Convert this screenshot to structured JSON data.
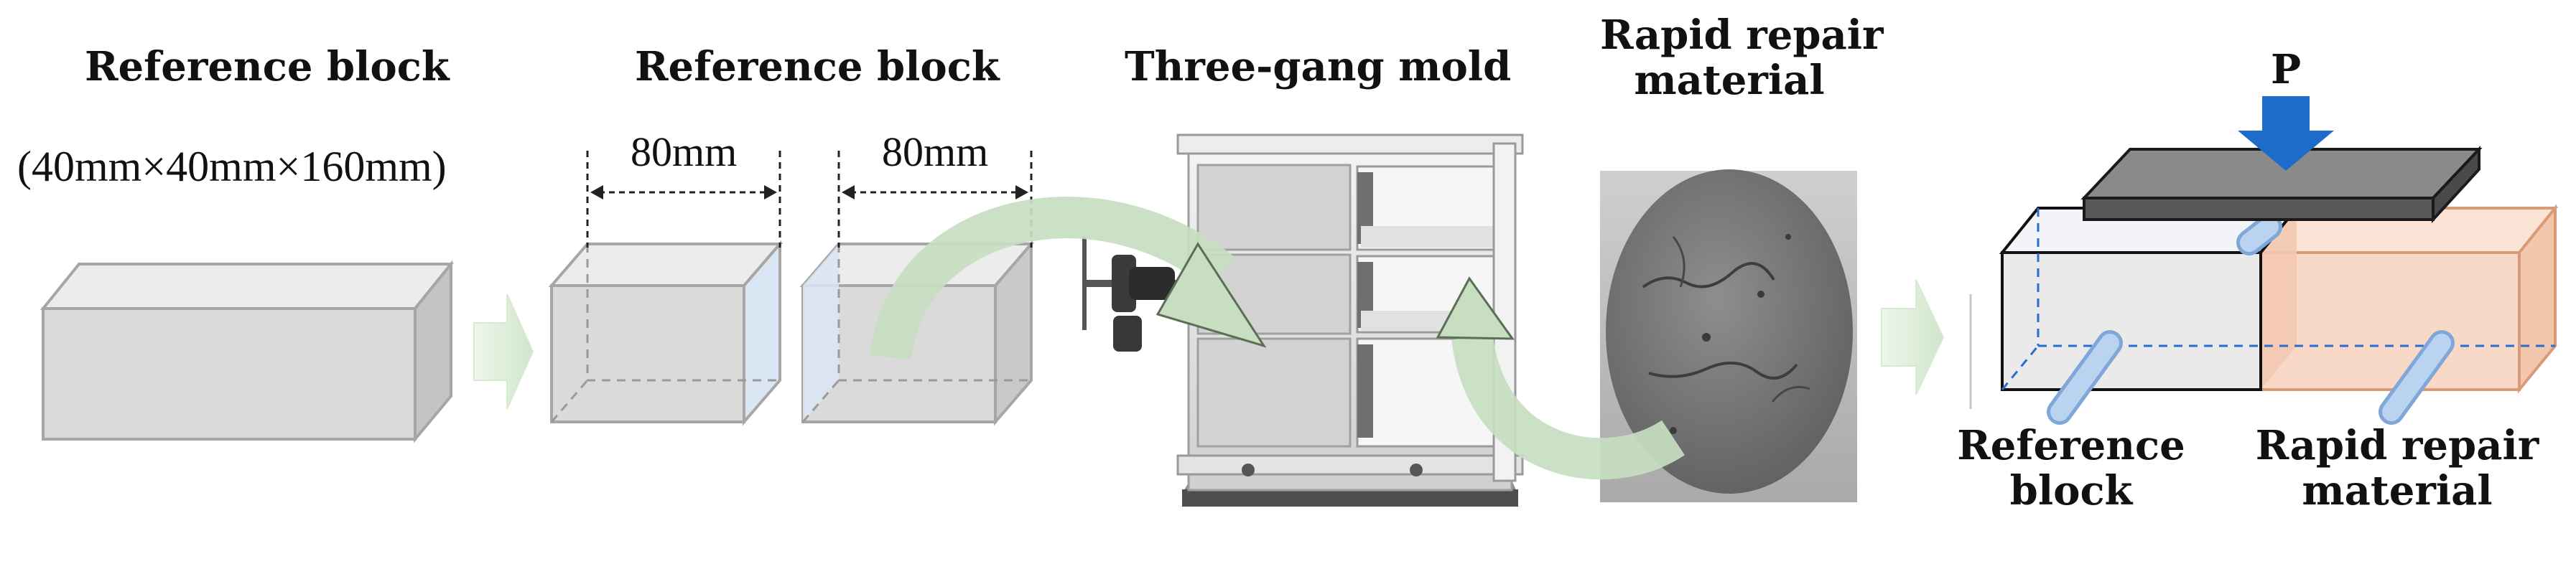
{
  "labels": {
    "ref_block_1": "Reference block",
    "ref_block_1_dims": "(40mm×40mm×160mm)",
    "ref_block_2": "Reference block",
    "dim_left": "80mm",
    "dim_right": "80mm",
    "mold": "Three-gang mold",
    "repair_line1": "Rapid repair",
    "repair_line2": "material",
    "load": "P",
    "bottom_ref_line1": "Reference",
    "bottom_ref_line2": "block",
    "bottom_repair_line1": "Rapid repair",
    "bottom_repair_line2": "material"
  },
  "colors": {
    "block_fill": "#d9d9d9",
    "block_stroke": "#a0a0a0",
    "arrow_fill": "#e4f1e1",
    "cut_face": "#dbe6f5",
    "repair_fill": "#f8d8c6",
    "repair_stroke": "#e0a080",
    "load_arrow": "#1f6bc9",
    "plate": "#6b6b6b",
    "roller": "#a9c8ec",
    "dashed_blue": "#2a6dcc"
  }
}
